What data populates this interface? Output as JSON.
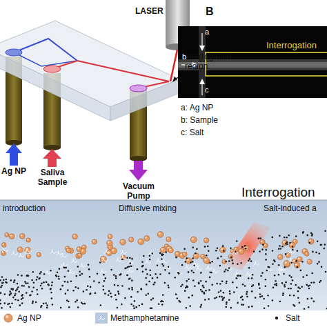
{
  "diagram": {
    "labels": [
      "LASER",
      "B",
      "Interrogation region",
      "a",
      "b",
      "c",
      "Interrogation",
      "Ag NP",
      "a: Ag NP",
      "b: Sample",
      "c: Salt",
      "Saliva Sample",
      "Vacuum Pump",
      "introduction",
      "Diffusive mixing",
      "Interrogation",
      "Salt-induced a"
    ],
    "legend": [
      {
        "text": "Ag NP"
      },
      {
        "text": "Methamphetamine"
      },
      {
        "text": "Salt"
      }
    ]
  }
}
